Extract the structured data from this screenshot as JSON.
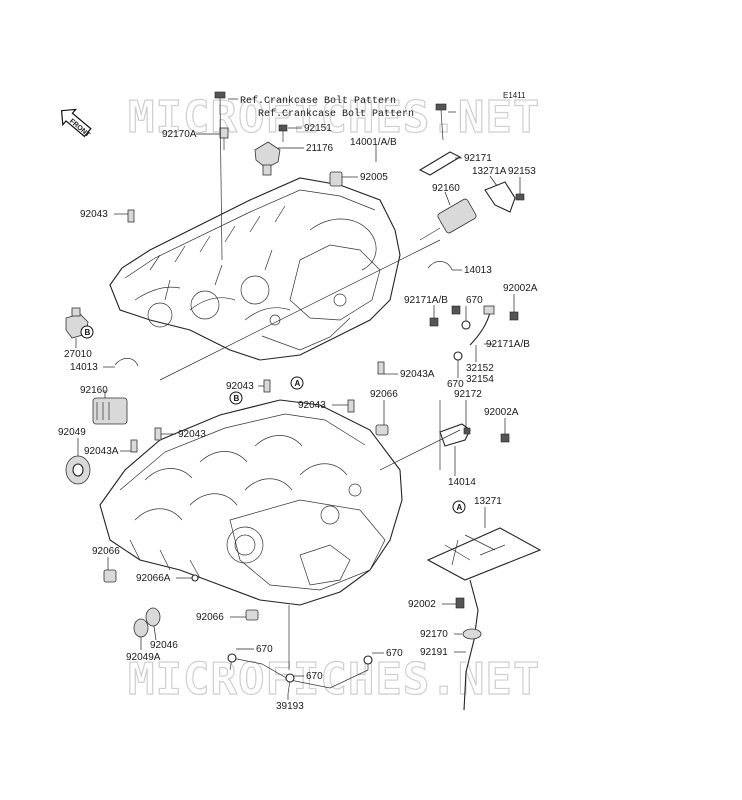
{
  "diagram_id": "E1411",
  "front_marker": "FRONT",
  "watermarks": [
    "MICROFICHES.NET",
    "MICROFICHES.NET"
  ],
  "references": [
    "Ref.Crankcase Bolt Pattern",
    "Ref.Crankcase Bolt Pattern"
  ],
  "callouts": {
    "A": "A",
    "B": "B"
  },
  "parts": [
    "92151",
    "92170A",
    "21176",
    "14001/A/B",
    "92171",
    "92005",
    "13271A",
    "92153",
    "92043",
    "92160",
    "14013",
    "92171A/B",
    "670",
    "92002A",
    "27010",
    "14013",
    "92171A/B",
    "32152",
    "32154",
    "92043A",
    "670",
    "92160",
    "92043",
    "92043",
    "92066",
    "92172",
    "92002A",
    "92049",
    "92043",
    "92043A",
    "14014",
    "13271",
    "92066",
    "92066A",
    "92002",
    "92066",
    "92046",
    "92170",
    "92049A",
    "670",
    "670",
    "92191",
    "670",
    "39193"
  ]
}
